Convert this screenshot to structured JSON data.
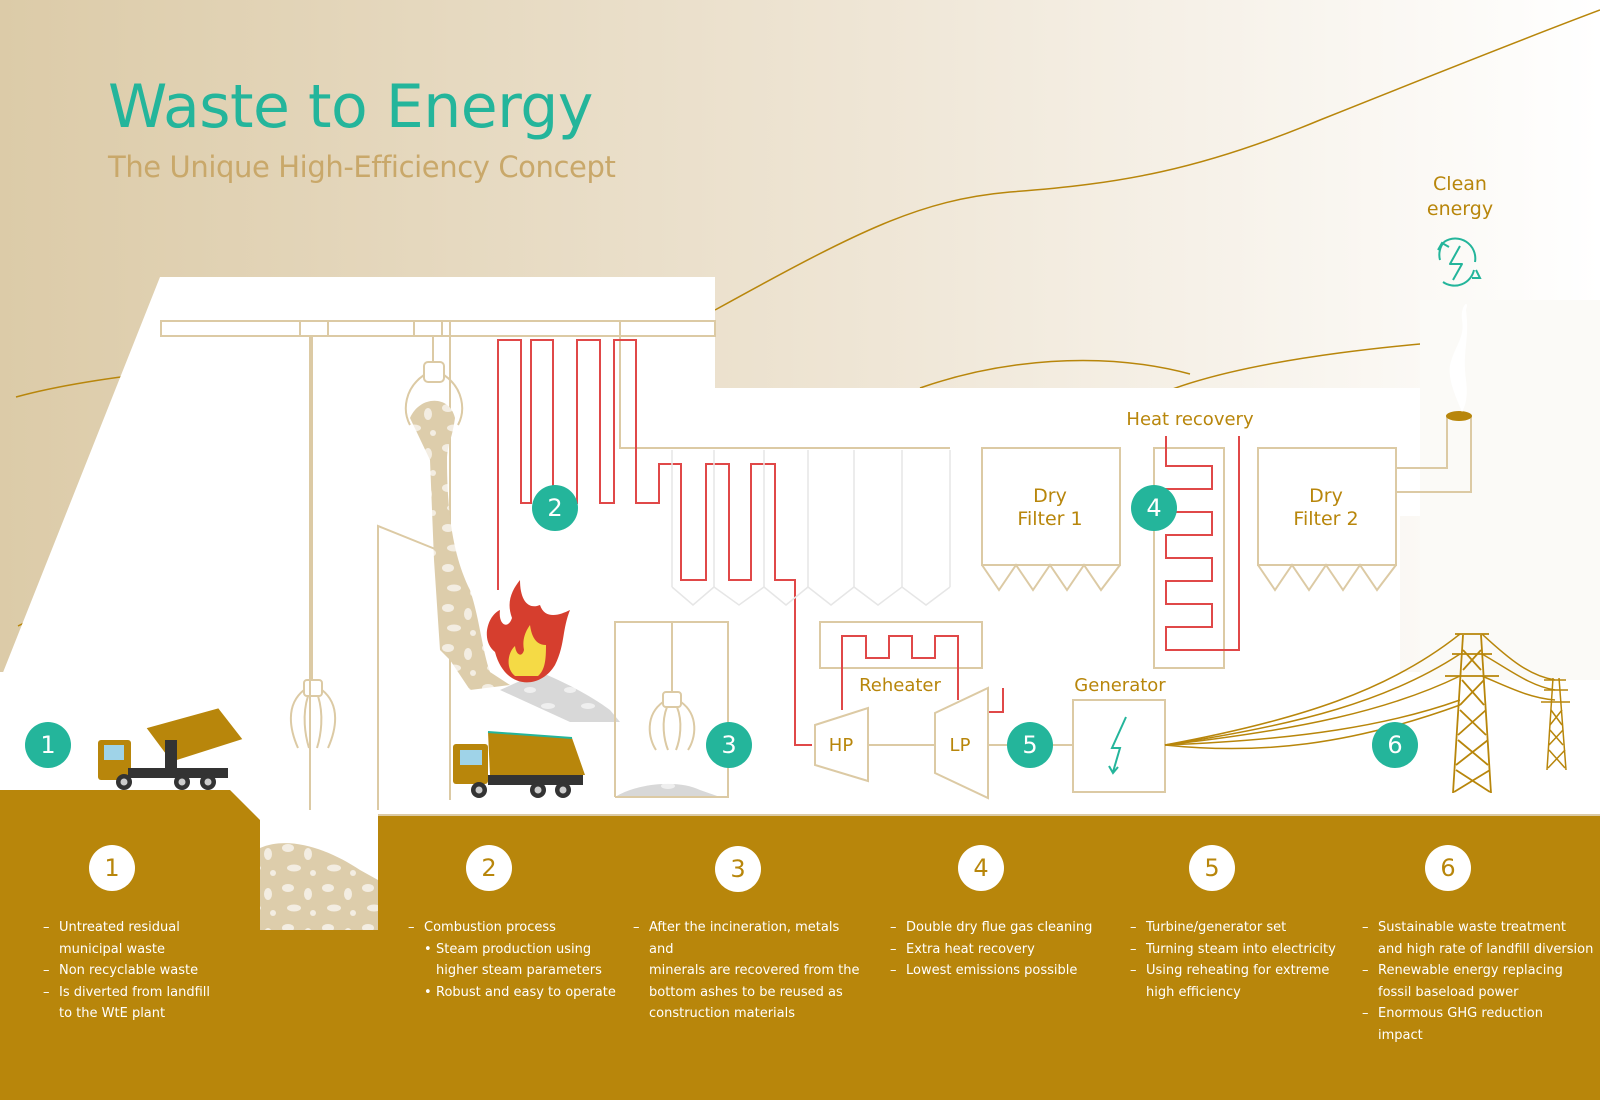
{
  "header": {
    "title": "Waste to Energy",
    "subtitle": "The Unique High-Efficiency Concept"
  },
  "colors": {
    "teal": "#24b59b",
    "gold": "#b8860b",
    "sand": "#ddcdab",
    "pipe_red": "#e04848",
    "outline": "#dccaa4"
  },
  "clean_energy": {
    "label_line1": "Clean",
    "label_line2": "energy",
    "icon": "renewable-energy-icon"
  },
  "diagram_labels": {
    "heat_recovery": "Heat recovery",
    "dry_filter_1_line1": "Dry",
    "dry_filter_1_line2": "Filter 1",
    "dry_filter_2_line1": "Dry",
    "dry_filter_2_line2": "Filter 2",
    "reheater": "Reheater",
    "generator": "Generator",
    "hp": "HP",
    "lp": "LP"
  },
  "markers": [
    "1",
    "2",
    "3",
    "4",
    "5",
    "6"
  ],
  "steps": [
    {
      "number": "1",
      "items": [
        {
          "text": "Untreated residual municipal waste",
          "line1": "Untreated residual",
          "line2": "municipal waste"
        },
        {
          "text": "Non recyclable waste",
          "line1": "Non recyclable waste",
          "line2": ""
        },
        {
          "text": "Is diverted from landfill to the WtE plant",
          "line1": "Is diverted from landfill",
          "line2": "to the WtE plant"
        }
      ]
    },
    {
      "number": "2",
      "items": [
        {
          "text": "Combustion process",
          "line1": "Combustion process",
          "line2": ""
        }
      ],
      "subitems": [
        {
          "line1": "Steam production using",
          "line2": "higher steam parameters"
        },
        {
          "line1": "Robust and easy to operate",
          "line2": ""
        }
      ]
    },
    {
      "number": "3",
      "items": [
        {
          "line1": "After the incineration, metals and",
          "line2": "minerals are recovered from the",
          "line3": "bottom ashes to be reused as",
          "line4": "construction materials"
        }
      ]
    },
    {
      "number": "4",
      "items": [
        {
          "line1": "Double dry flue gas cleaning",
          "line2": ""
        },
        {
          "line1": "Extra heat recovery",
          "line2": ""
        },
        {
          "line1": "Lowest emissions possible",
          "line2": ""
        }
      ]
    },
    {
      "number": "5",
      "items": [
        {
          "line1": "Turbine/generator set",
          "line2": ""
        },
        {
          "line1": "Turning steam into electricity",
          "line2": ""
        },
        {
          "line1": "Using reheating for extreme",
          "line2": "high efficiency"
        }
      ]
    },
    {
      "number": "6",
      "items": [
        {
          "line1": "Sustainable waste treatment",
          "line2": "and high rate of landfill diversion"
        },
        {
          "line1": "Renewable energy replacing",
          "line2": "fossil baseload power"
        },
        {
          "line1": "Enormous GHG reduction",
          "line2": "impact"
        }
      ]
    }
  ]
}
